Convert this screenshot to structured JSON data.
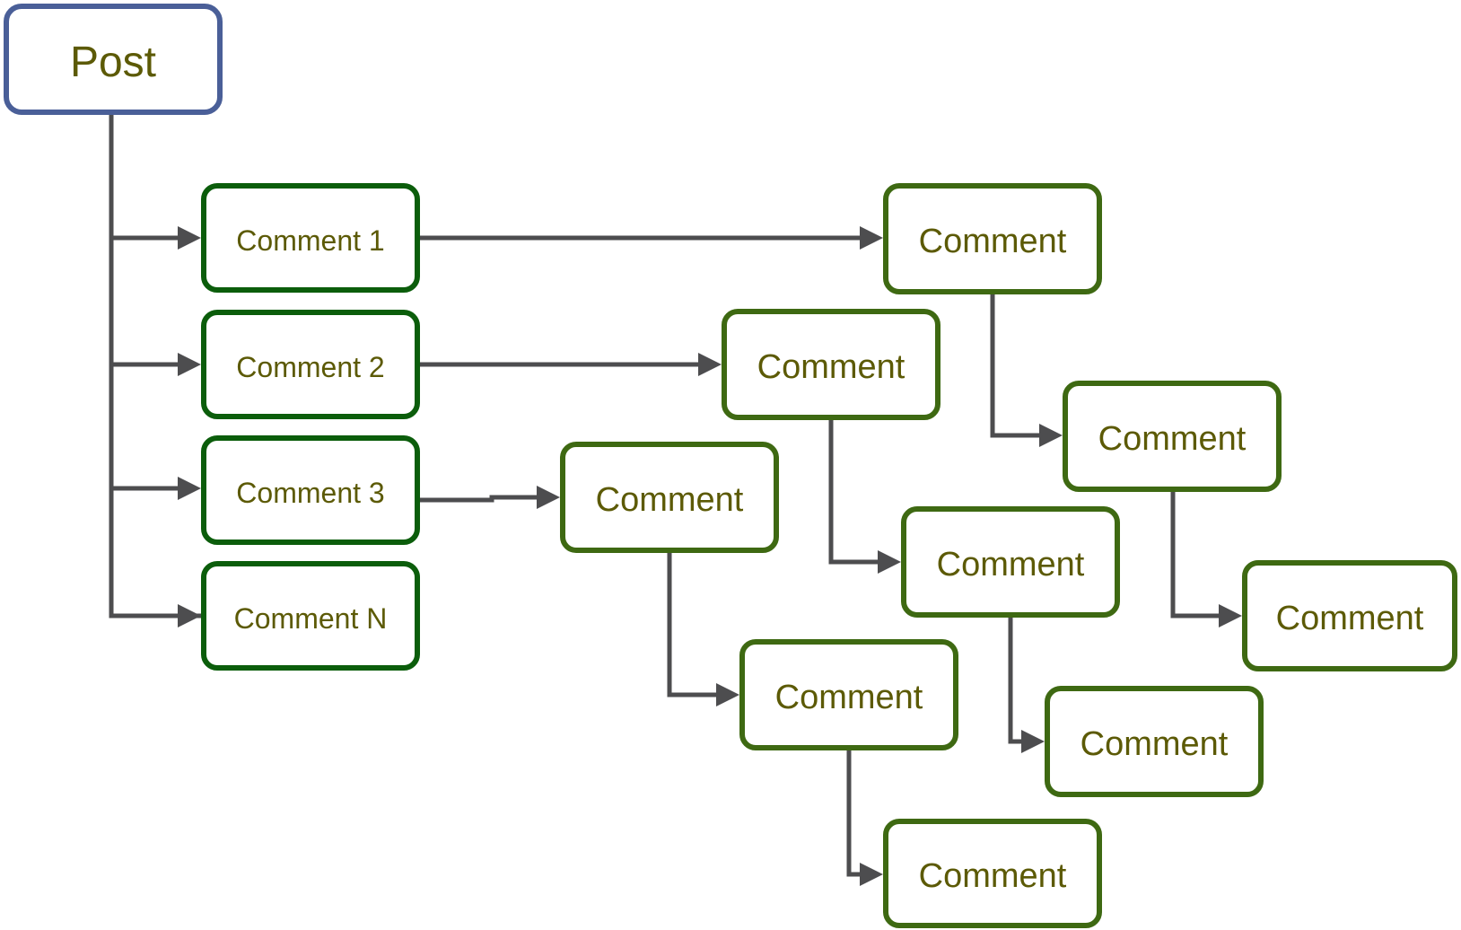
{
  "nodes": {
    "post": "Post",
    "c1": "Comment 1",
    "c2": "Comment 2",
    "c3": "Comment 3",
    "cN": "Comment N",
    "r1": "Comment",
    "r1a": "Comment",
    "r1b": "Comment",
    "r2": "Comment",
    "r2a": "Comment",
    "r2b": "Comment",
    "r3": "Comment",
    "r3a": "Comment",
    "r3b": "Comment"
  },
  "colors": {
    "post_border": "#4a5f98",
    "comment_border": "#0b5d0b",
    "reply_border": "#3e6912",
    "text": "#5c5a06",
    "connector": "#4d4d4f"
  }
}
